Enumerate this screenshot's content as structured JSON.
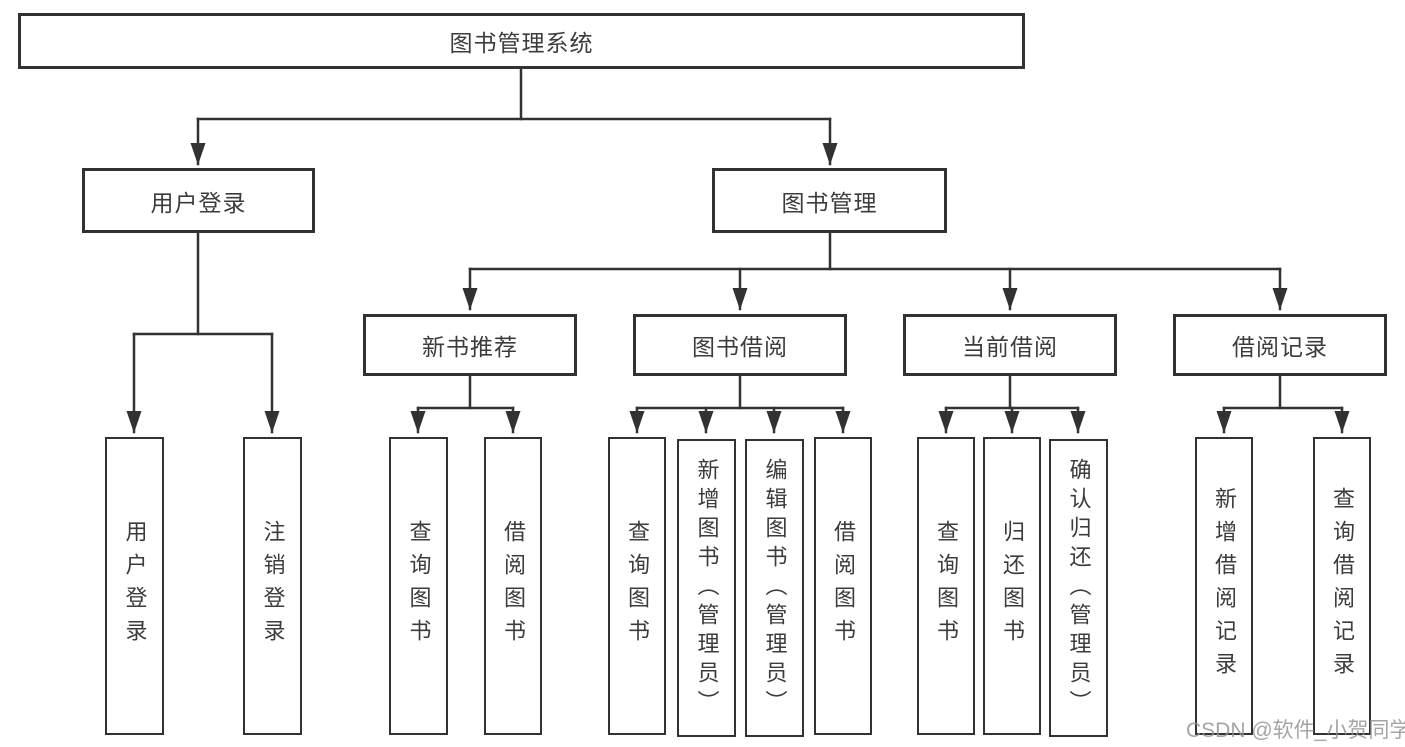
{
  "diagram": {
    "type": "tree",
    "root": {
      "label": "图书管理系统"
    },
    "branches": [
      {
        "label": "用户登录",
        "children": [
          {
            "label": "用户登录"
          },
          {
            "label": "注销登录"
          }
        ]
      },
      {
        "label": "图书管理",
        "children": [
          {
            "label": "新书推荐",
            "children": [
              {
                "label": "查询图书"
              },
              {
                "label": "借阅图书"
              }
            ]
          },
          {
            "label": "图书借阅",
            "children": [
              {
                "label": "查询图书"
              },
              {
                "label": "新增图书（管理员）"
              },
              {
                "label": "编辑图书（管理员）"
              },
              {
                "label": "借阅图书"
              }
            ]
          },
          {
            "label": "当前借阅",
            "children": [
              {
                "label": "查询图书"
              },
              {
                "label": "归还图书"
              },
              {
                "label": "确认归还（管理员）"
              }
            ]
          },
          {
            "label": "借阅记录",
            "children": [
              {
                "label": "新增借阅记录"
              },
              {
                "label": "查询借阅记录"
              }
            ]
          }
        ]
      }
    ]
  },
  "watermark": {
    "text": "CSDN @软件_小贺同学"
  },
  "colors": {
    "line": "#323232",
    "box_border": "#323232",
    "text": "#3c3c3c",
    "background": "#ffffff",
    "watermark": "#919191"
  }
}
